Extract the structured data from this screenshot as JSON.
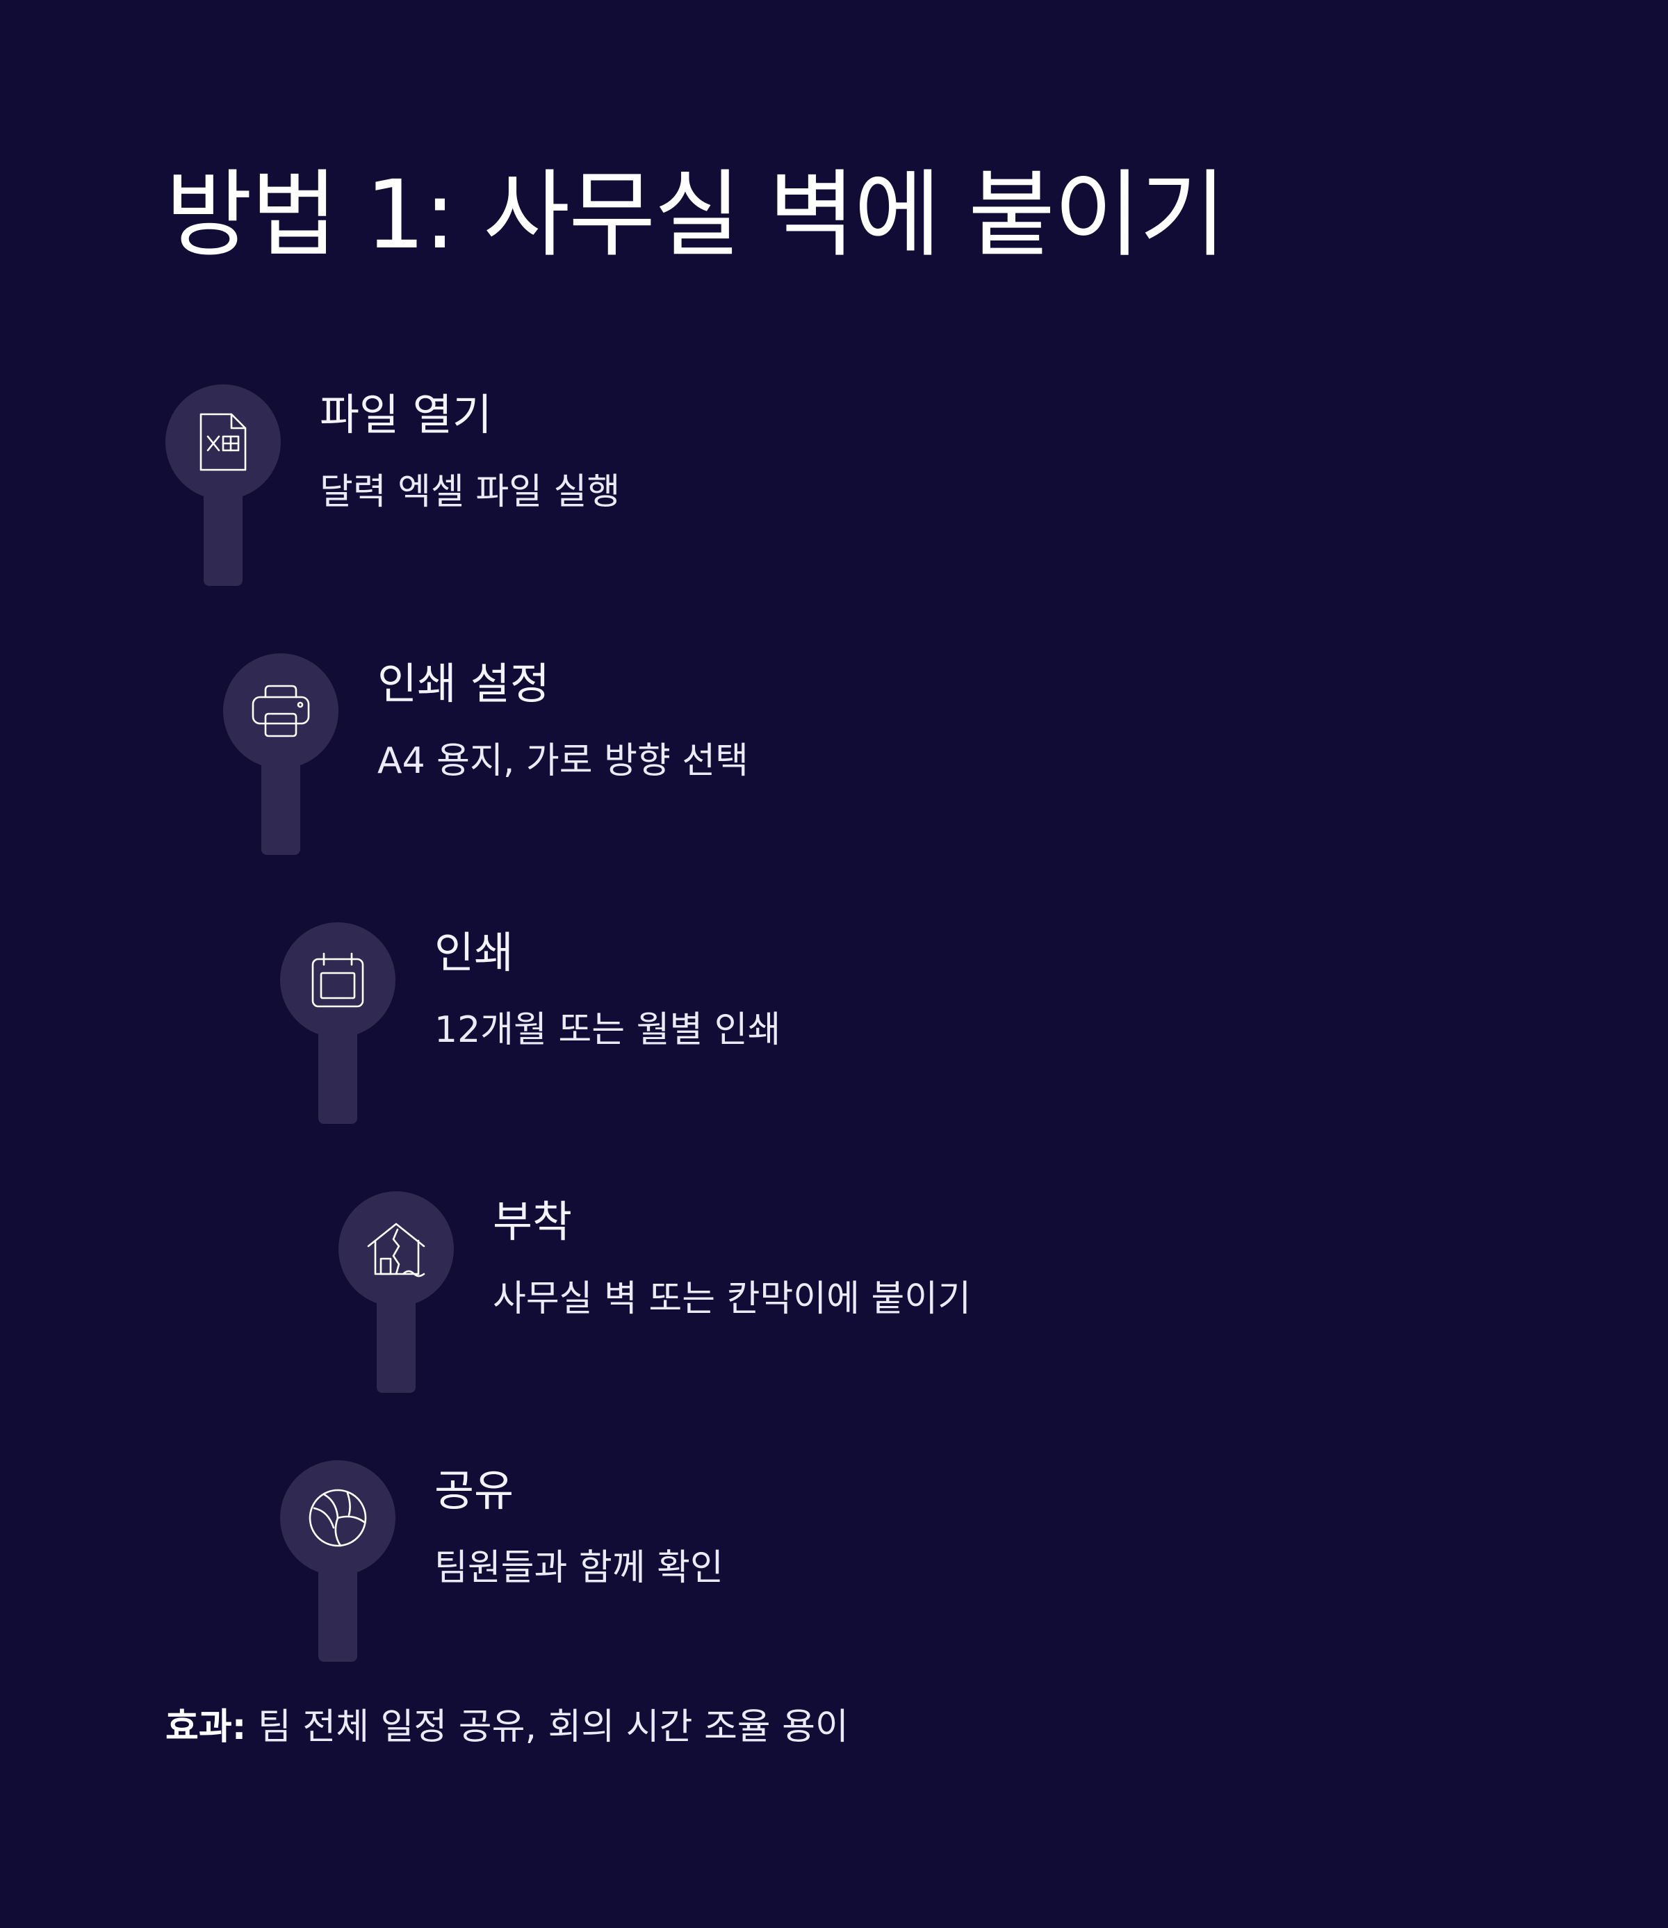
{
  "title": "방법 1: 사무실 벽에 붙이기",
  "steps": [
    {
      "title": "파일 열기",
      "description": "달력 엑셀 파일 실행",
      "icon": "excel-file-icon"
    },
    {
      "title": "인쇄 설정",
      "description": "A4 용지, 가로 방향 선택",
      "icon": "printer-icon"
    },
    {
      "title": "인쇄",
      "description": "12개월 또는 월별 인쇄",
      "icon": "calendar-icon"
    },
    {
      "title": "부착",
      "description": "사무실 벽 또는 칸막이에 붙이기",
      "icon": "wall-house-icon"
    },
    {
      "title": "공유",
      "description": "팀원들과 함께 확인",
      "icon": "volleyball-icon"
    }
  ],
  "effect": {
    "label": "효과:",
    "text": " 팀 전체 일정 공유, 회의 시간 조율 용이"
  },
  "colors": {
    "background": "#110c35",
    "marker": "#302a52",
    "icon_stroke": "#ffffff"
  }
}
